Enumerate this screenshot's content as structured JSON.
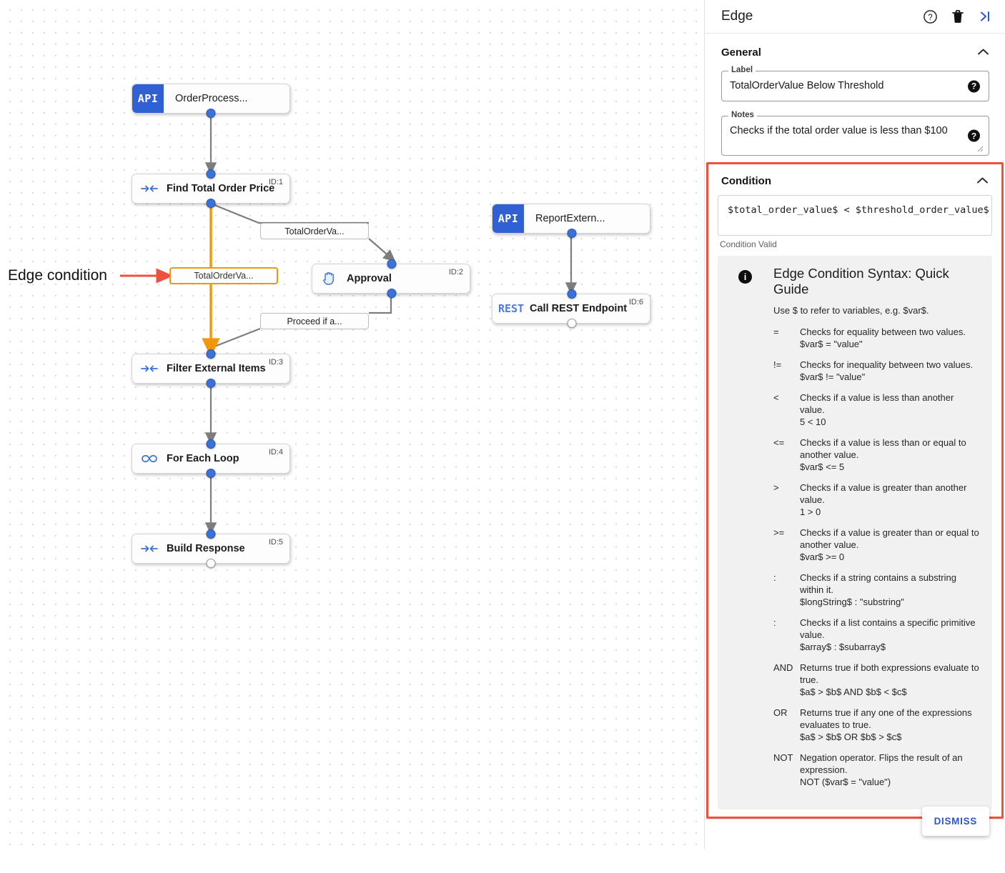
{
  "canvas": {
    "annotation": {
      "label": "Edge condition",
      "arrow_color": "#f0503c"
    },
    "nodes": [
      {
        "name": "OrderProcess...",
        "kind": "api",
        "badge": "API",
        "id_label": ""
      },
      {
        "name": "Find Total Order Price",
        "kind": "task",
        "icon": "arrows-merge-icon",
        "id_label": "ID:1"
      },
      {
        "name": "Approval",
        "kind": "task",
        "icon": "hand-icon",
        "id_label": "ID:2"
      },
      {
        "name": "Filter External Items",
        "kind": "task",
        "icon": "arrows-merge-icon",
        "id_label": "ID:3"
      },
      {
        "name": "For Each Loop",
        "kind": "task",
        "icon": "infinity-icon",
        "id_label": "ID:4"
      },
      {
        "name": "Build Response",
        "kind": "task",
        "icon": "arrows-merge-icon",
        "id_label": "ID:5"
      },
      {
        "name": "ReportExtern...",
        "kind": "api",
        "badge": "API",
        "id_label": ""
      },
      {
        "name": "Call REST Endpoint",
        "kind": "rest",
        "badge": "REST",
        "id_label": "ID:6"
      }
    ],
    "edge_labels": [
      {
        "text": "TotalOrderVa...",
        "selected": false
      },
      {
        "text": "TotalOrderVa...",
        "selected": true
      },
      {
        "text": "Proceed if a...",
        "selected": false
      }
    ]
  },
  "panel": {
    "title": "Edge",
    "header_icons": [
      {
        "name": "help-icon",
        "glyph": "?"
      },
      {
        "name": "delete-icon",
        "glyph": "trash"
      },
      {
        "name": "collapse-panel-icon",
        "glyph": "chevron-to-bar"
      }
    ],
    "general": {
      "section_title": "General",
      "collapse_state": "expanded",
      "label_field": {
        "legend": "Label",
        "value": "TotalOrderValue Below Threshold",
        "help": "?"
      },
      "notes_field": {
        "legend": "Notes",
        "value": "Checks if the total order value is less than $100",
        "help": "?"
      }
    },
    "condition": {
      "section_title": "Condition",
      "collapse_state": "expanded",
      "expression": "$total_order_value$ < $threshold_order_value$",
      "status": "Condition Valid",
      "highlight_color": "#f0503c",
      "guide": {
        "title": "Edge Condition Syntax: Quick Guide",
        "subtitle": "Use $ to refer to variables, e.g. $var$.",
        "operators": [
          {
            "symbol": "=",
            "description": "Checks for equality between two values.",
            "example": "$var$ = \"value\""
          },
          {
            "symbol": "!=",
            "description": "Checks for inequality between two values.",
            "example": "$var$ != \"value\""
          },
          {
            "symbol": "<",
            "description": "Checks if a value is less than another value.",
            "example": "5 < 10"
          },
          {
            "symbol": "<=",
            "description": "Checks if a value is less than or equal to another value.",
            "example": "$var$ <= 5"
          },
          {
            "symbol": ">",
            "description": "Checks if a value is greater than another value.",
            "example": "1 > 0"
          },
          {
            "symbol": ">=",
            "description": "Checks if a value is greater than or equal to another value.",
            "example": "$var$ >= 0"
          },
          {
            "symbol": ":",
            "description": "Checks if a string contains a substring within it.",
            "example": "$longString$ : \"substring\""
          },
          {
            "symbol": ":",
            "description": "Checks if a list contains a specific primitive value.",
            "example": "$array$ : $subarray$"
          },
          {
            "symbol": "AND",
            "description": "Returns true if both expressions evaluate to true.",
            "example": "$a$ > $b$ AND $b$ < $c$"
          },
          {
            "symbol": "OR",
            "description": "Returns true if any one of the expressions evaluates to true.",
            "example": "$a$ > $b$ OR $b$ > $c$"
          },
          {
            "symbol": "NOT",
            "description": "Negation operator. Flips the result of an expression.",
            "example": "NOT ($var$ = \"value\")"
          }
        ]
      }
    },
    "dismiss_label": "DISMISS"
  }
}
